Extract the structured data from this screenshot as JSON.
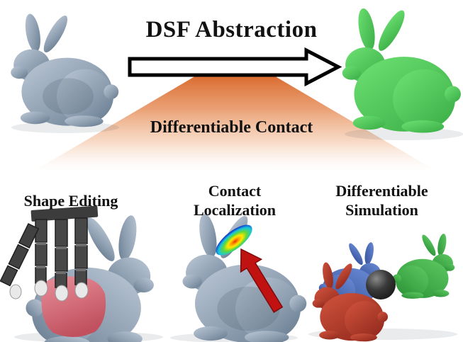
{
  "figure": {
    "title": "DSF Abstraction",
    "contact_label": "Differentiable Contact",
    "panels": [
      {
        "id": "shape-editing",
        "label_lines": [
          "Shape Editing",
          ""
        ]
      },
      {
        "id": "contact-localization",
        "label_lines": [
          "Contact",
          "Localization"
        ]
      },
      {
        "id": "differentiable-simulation",
        "label_lines": [
          "Differentiable",
          "Simulation"
        ]
      }
    ],
    "icons": [
      "right-arrow-icon",
      "contact-cone-icon",
      "bunny-mesh-icon",
      "abstracted-bunny-icon",
      "robot-hand-icon",
      "heatmap-icon",
      "red-arrow-icon",
      "sphere-icon"
    ],
    "colors": {
      "background": "#FFFFFF",
      "text": "#111111",
      "funnel_orange": "#DC6F33",
      "mesh_gray": "#8FA0B2",
      "abstraction_green": "#4CC556",
      "abstraction_red": "#CE6C79",
      "abstraction_blue": "#5A6FE0",
      "deform_red": "#D4707C",
      "contact_arrow_red": "#C11212",
      "heatmap_hot": "#E83000",
      "heatmap_cold": "#0A2AA8",
      "sim_blue": "#4A72C4",
      "sim_red": "#BA3E2E",
      "sim_green": "#3FAE4A",
      "sphere_black": "#1E1E1E",
      "dsf_arrow_fill": "#FFFFFF",
      "dsf_arrow_stroke": "#000000"
    }
  }
}
